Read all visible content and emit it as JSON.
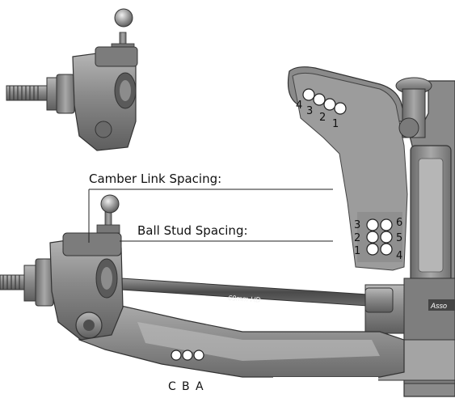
{
  "labels": {
    "camber_link_spacing": "Camber Link Spacing:",
    "ball_stud_spacing": "Ball Stud Spacing:",
    "turnbuckle_text": "69mm HD",
    "brand_text": "Asso"
  },
  "tower_holes": [
    "4",
    "3",
    "2",
    "1"
  ],
  "block_holes": {
    "left": [
      "3",
      "2",
      "1"
    ],
    "right": [
      "6",
      "5",
      "4"
    ]
  },
  "arm_holes": [
    "C",
    "B",
    "A"
  ],
  "colors": {
    "part_dark": "#6f6f6f",
    "part_mid": "#9a9a9a",
    "part_light": "#c4c4c4",
    "line": "#222222"
  }
}
